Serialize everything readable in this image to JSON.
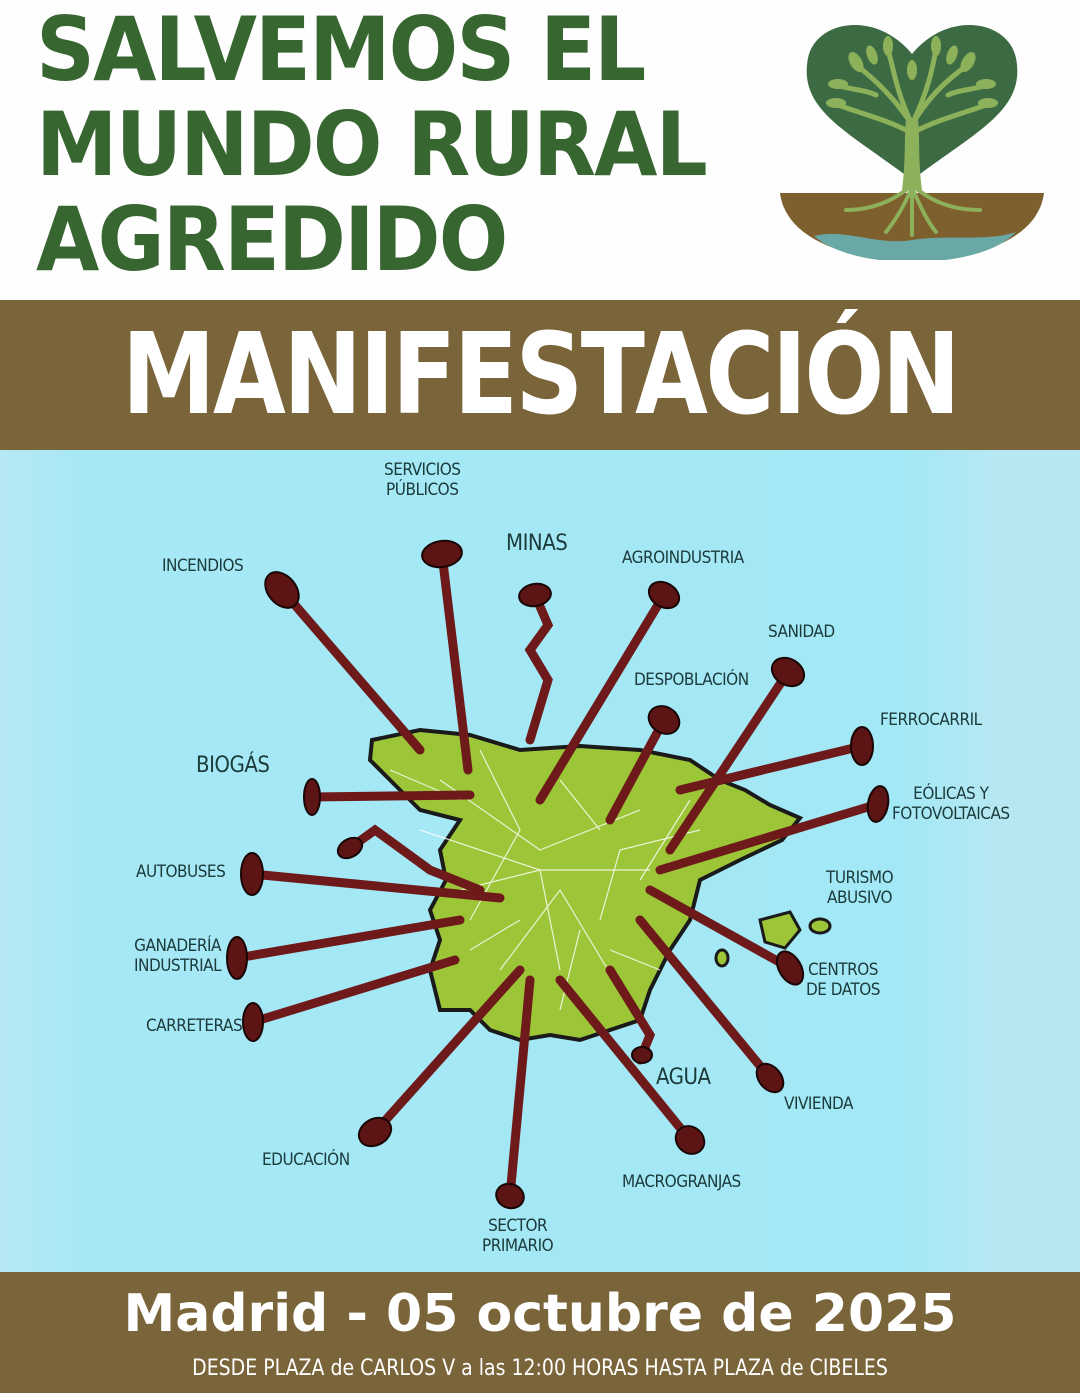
{
  "header": {
    "title_lines": [
      "SALVEMOS EL",
      "MUNDO RURAL",
      "AGREDIDO"
    ],
    "logo": "tree-heart-logo"
  },
  "banner": {
    "label": "MANIFESTACIÓN"
  },
  "illustration": {
    "description": "Map of Spain pierced by nails, each labeled with a threat to rural areas",
    "icon": "map-spain-nails-illustration",
    "labels": {
      "servicios_publicos": "SERVICIOS\nPÚBLICOS",
      "incendios": "INCENDIOS",
      "minas": "MINAS",
      "agroindustria": "AGROINDUSTRIA",
      "sanidad": "SANIDAD",
      "despoblacion": "DESPOBLACIÓN",
      "ferrocarril": "FERROCARRIL",
      "biogas": "BIOGÁS",
      "eolicas": "EÓLICAS Y\nFOTOVOLTAICAS",
      "autobuses": "AUTOBUSES",
      "turismo": "TURISMO\nABUSIVO",
      "ganaderia": "GANADERÍA\nINDUSTRIAL",
      "centros_datos": "CENTROS\nDE DATOS",
      "carreteras": "CARRETERAS",
      "agua": "AGUA",
      "vivienda": "VIVIENDA",
      "educacion": "EDUCACIÓN",
      "macrogranjas": "MACROGRANJAS",
      "sector_primario": "SECTOR\nPRIMARIO"
    }
  },
  "footer": {
    "date_line": "Madrid - 05 octubre de 2025",
    "route_line": "DESDE PLAZA de CARLOS V a las 12:00 HORAS HASTA PLAZA de CIBELES"
  },
  "colors": {
    "title_green": "#376630",
    "band_brown": "#7a653a",
    "sea_blue": "#a3e8f6",
    "land_green": "#9cc537",
    "nail_red": "#6e1a1a"
  }
}
